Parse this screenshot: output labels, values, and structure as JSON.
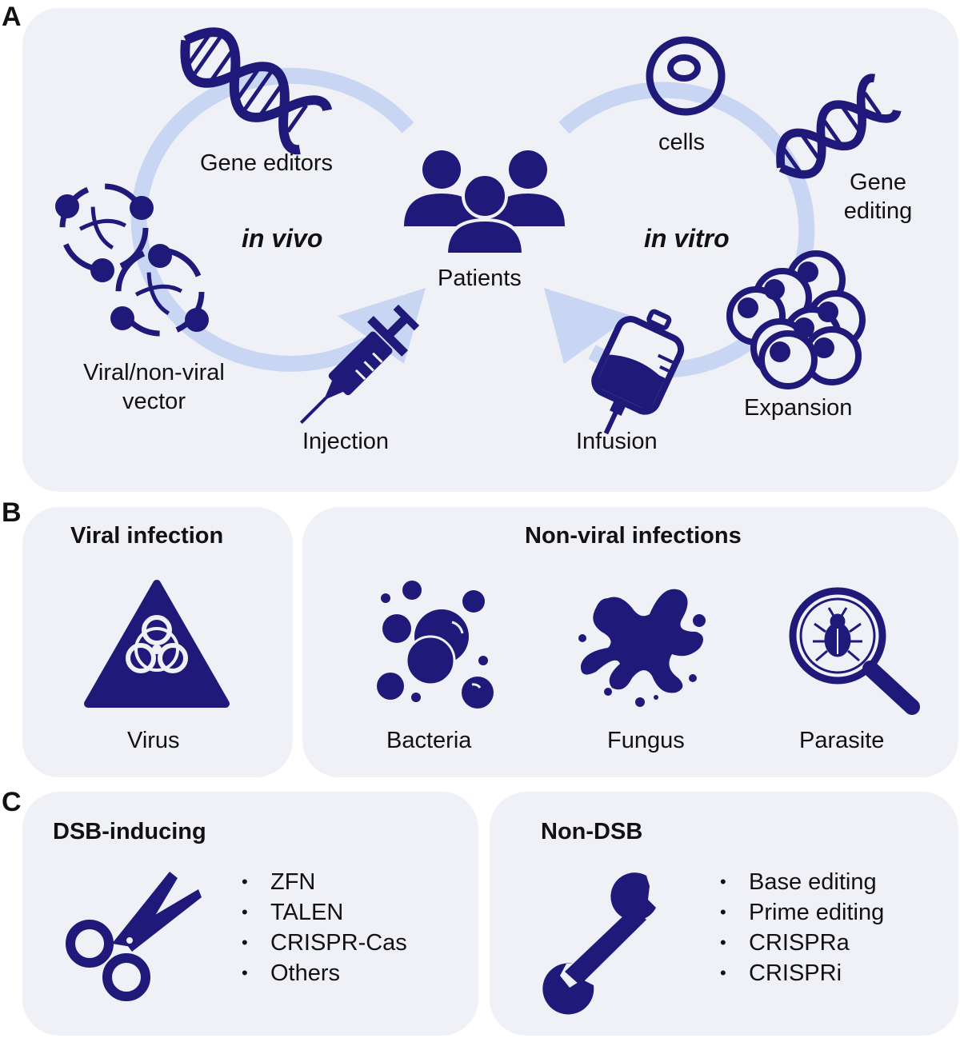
{
  "panels": {
    "a": "A",
    "b": "B",
    "c": "C"
  },
  "panel_a": {
    "in_vivo": "in vivo",
    "in_vitro": "in vitro",
    "gene_editors": "Gene editors",
    "vector_line1": "Viral/non-viral",
    "vector_line2": "vector",
    "injection": "Injection",
    "patients": "Patients",
    "infusion": "Infusion",
    "cells": "cells",
    "gene_editing_line1": "Gene",
    "gene_editing_line2": "editing",
    "expansion": "Expansion"
  },
  "panel_b": {
    "viral_title": "Viral infection",
    "nonviral_title": "Non-viral infections",
    "virus": "Virus",
    "bacteria": "Bacteria",
    "fungus": "Fungus",
    "parasite": "Parasite"
  },
  "panel_c": {
    "dsb_title": "DSB-inducing",
    "dsb_items": [
      "ZFN",
      "TALEN",
      "CRISPR-Cas",
      "Others"
    ],
    "nondsb_title": "Non-DSB",
    "nondsb_items": [
      "Base editing",
      "Prime editing",
      "CRISPRa",
      "CRISPRi"
    ]
  },
  "colors": {
    "icon": "#1f1a7a",
    "arc": "#c9d6f3",
    "panel_bg": "#f0f1f7"
  },
  "icons": [
    "dna-icon",
    "vector-icon",
    "syringe-icon",
    "patients-icon",
    "blood-bag-icon",
    "cell-icon",
    "cells-cluster-icon",
    "biohazard-icon",
    "bacteria-icon",
    "fungus-icon",
    "parasite-icon",
    "scissors-icon",
    "wrench-icon"
  ]
}
